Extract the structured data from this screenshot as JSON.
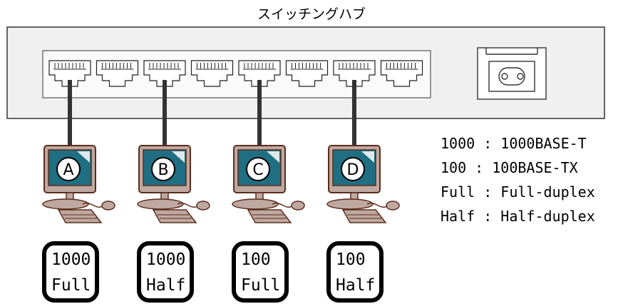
{
  "title": "スイッチングハブ",
  "hub": {
    "port_count": 8,
    "power_socket": "power-inlet"
  },
  "computers": [
    {
      "letter": "A",
      "speed": "1000",
      "duplex": "Full",
      "port": 1
    },
    {
      "letter": "B",
      "speed": "1000",
      "duplex": "Half",
      "port": 3
    },
    {
      "letter": "C",
      "speed": "100",
      "duplex": "Full",
      "port": 5
    },
    {
      "letter": "D",
      "speed": "100",
      "duplex": "Half",
      "port": 7
    }
  ],
  "legend": [
    {
      "key": "1000",
      "value": "1000BASE-T"
    },
    {
      "key": "100",
      "value": "100BASE-TX"
    },
    {
      "key": "Full",
      "value": "Full-duplex"
    },
    {
      "key": "Half",
      "value": "Half-duplex"
    }
  ],
  "colors": {
    "hub_fill": "#f0f0f0",
    "cable": "#333333",
    "screen": "#1f6e82",
    "computer_body": "#bfa8a0",
    "computer_outline": "#5a2d1e"
  }
}
